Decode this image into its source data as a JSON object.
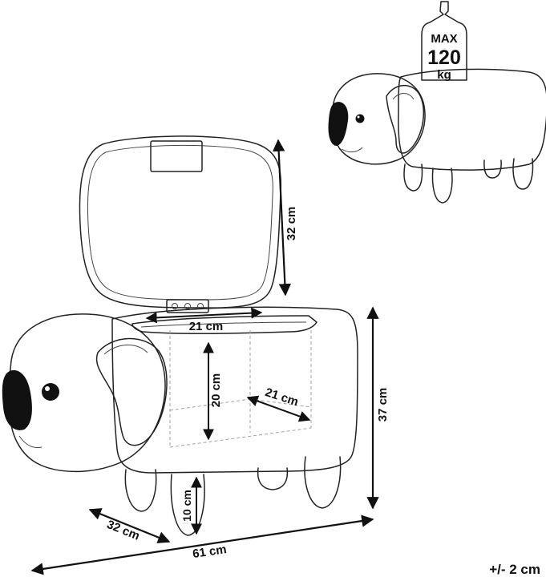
{
  "weight_badge": {
    "line1": "MAX",
    "line2": "120",
    "line3": "kg"
  },
  "dimensions": {
    "lid_height": "32 cm",
    "compartment_width": "21 cm",
    "compartment_depth": "21 cm",
    "compartment_height": "20 cm",
    "total_height": "37 cm",
    "leg_height": "10 cm",
    "depth": "32 cm",
    "length": "61 cm"
  },
  "tolerance": "+/- 2 cm"
}
